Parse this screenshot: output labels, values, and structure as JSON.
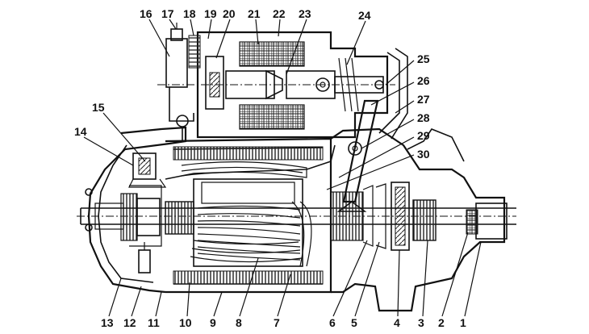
{
  "diagram": {
    "callouts": [
      "1",
      "2",
      "3",
      "4",
      "5",
      "6",
      "7",
      "8",
      "9",
      "10",
      "11",
      "12",
      "13",
      "14",
      "15",
      "16",
      "17",
      "18",
      "19",
      "20",
      "21",
      "22",
      "23",
      "24",
      "25",
      "26",
      "27",
      "28",
      "29",
      "30"
    ]
  },
  "colors": {
    "ink": "#111111",
    "paper": "#ffffff"
  }
}
